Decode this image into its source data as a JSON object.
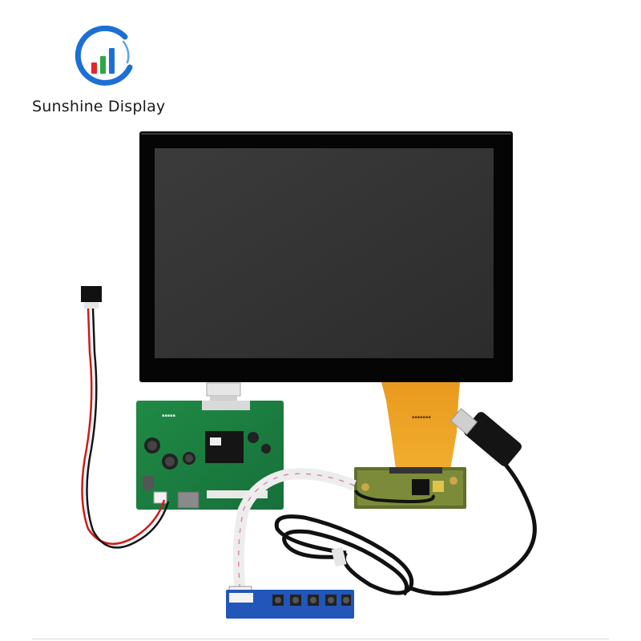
{
  "brand": {
    "name": "Sunshine Display",
    "logo_icon": "bar-chart-ring-icon",
    "colors": {
      "ring": "#1d6fd6",
      "bar_red": "#e3262b",
      "bar_green": "#2aa845",
      "bar_blue": "#1d6fd6"
    }
  },
  "product": {
    "items": [
      "lcd-touch-panel",
      "fpc-ribbon",
      "touch-controller-board",
      "usb-cable",
      "lvds-driver-board",
      "power-cable",
      "keypad-board",
      "ribbon-cable"
    ]
  }
}
